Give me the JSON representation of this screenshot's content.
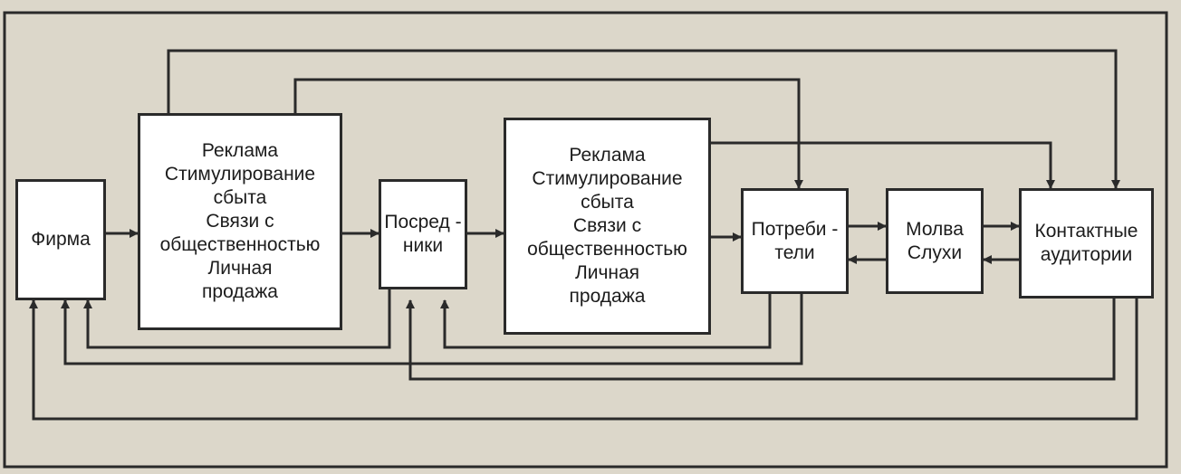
{
  "nodes": {
    "firma": {
      "lines": [
        "Фирма"
      ]
    },
    "promo1": {
      "lines": [
        "Реклама",
        "Стимулирование",
        "сбыта",
        "Связи  с",
        "общественностью",
        "Личная",
        "продажа"
      ]
    },
    "posredniki": {
      "lines": [
        "Посред -",
        "ники"
      ]
    },
    "promo2": {
      "lines": [
        "Реклама",
        "Стимулирование",
        "сбыта",
        "Связи  с",
        "общественностью",
        "Личная",
        "продажа"
      ]
    },
    "potrebiteli": {
      "lines": [
        "Потреби -",
        "тели"
      ]
    },
    "molva": {
      "lines": [
        "Молва",
        "Слухи"
      ]
    },
    "kontaktnye": {
      "lines": [
        "Контактные",
        "аудитории"
      ]
    }
  },
  "colors": {
    "line": "#2a2a2a",
    "box_fill": "#ffffff",
    "page": "#dcd7ca"
  }
}
